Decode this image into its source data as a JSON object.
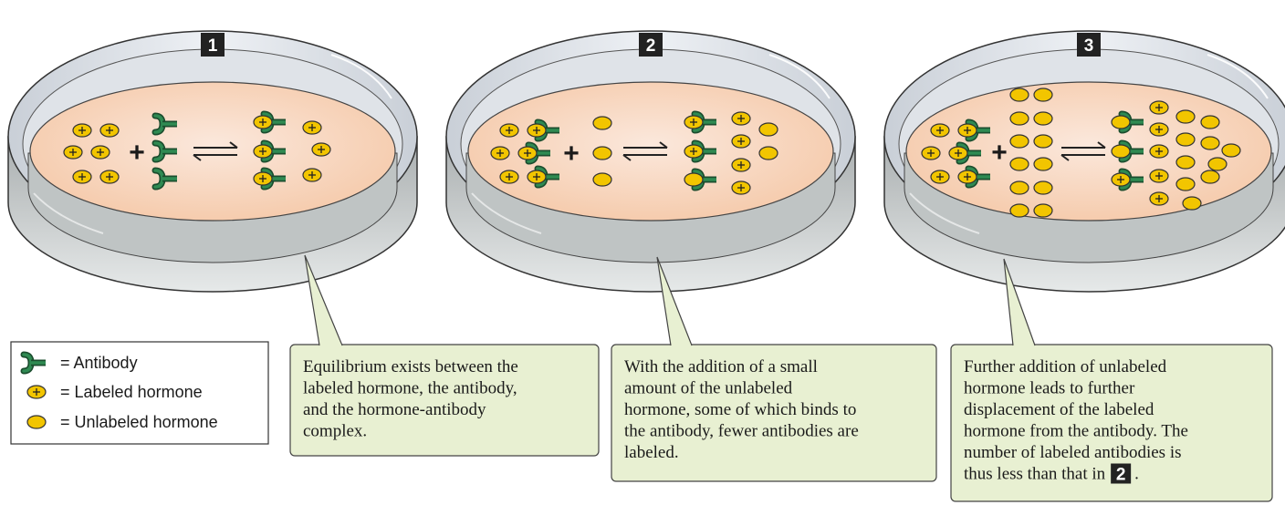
{
  "panels": [
    {
      "number": "1",
      "description": "Equilibrium exists between the labeled hormone, the antibody, and the hormone-antibody complex.",
      "description_lines": [
        "Equilibrium exists between the",
        "labeled hormone, the antibody,",
        "and the hormone-antibody",
        "complex."
      ]
    },
    {
      "number": "2",
      "description": "With the addition of a small amount of the unlabeled hormone, some of which binds to the antibody, fewer antibodies are labeled.",
      "description_lines": [
        "With the addition of a small",
        "amount of the unlabeled",
        "hormone, some of which binds to",
        "the antibody, fewer antibodies are",
        "labeled."
      ]
    },
    {
      "number": "3",
      "description": "Further addition of unlabeled hormone leads to further displacement of the labeled hormone from the antibody. The number of labeled antibodies is thus less than that in 2.",
      "description_lines": [
        "Further addition of unlabeled",
        "hormone leads to further",
        "displacement of the labeled",
        "hormone from the antibody. The",
        "number of labeled antibodies is",
        "thus less than that in"
      ],
      "reference_number": "2",
      "trailing_punctuation": "."
    }
  ],
  "legend": {
    "antibody": "= Antibody",
    "labeled": "= Labeled hormone",
    "unlabeled": "= Unlabeled hormone"
  },
  "symbols": {
    "plus": "+",
    "equilibrium": "equilibrium-arrows-icon",
    "antibody": "antibody-icon",
    "labeled_hormone": "labeled-hormone-icon",
    "unlabeled_hormone": "unlabeled-hormone-icon"
  },
  "colors": {
    "dish_rim": "#d6dbe2",
    "dish_wall": "#c2c7c9",
    "medium": "#f8cfb4",
    "antibody": "#1f6b3f",
    "hormone": "#f2c500",
    "callout": "#e8f0d2",
    "number_box": "#222222"
  }
}
